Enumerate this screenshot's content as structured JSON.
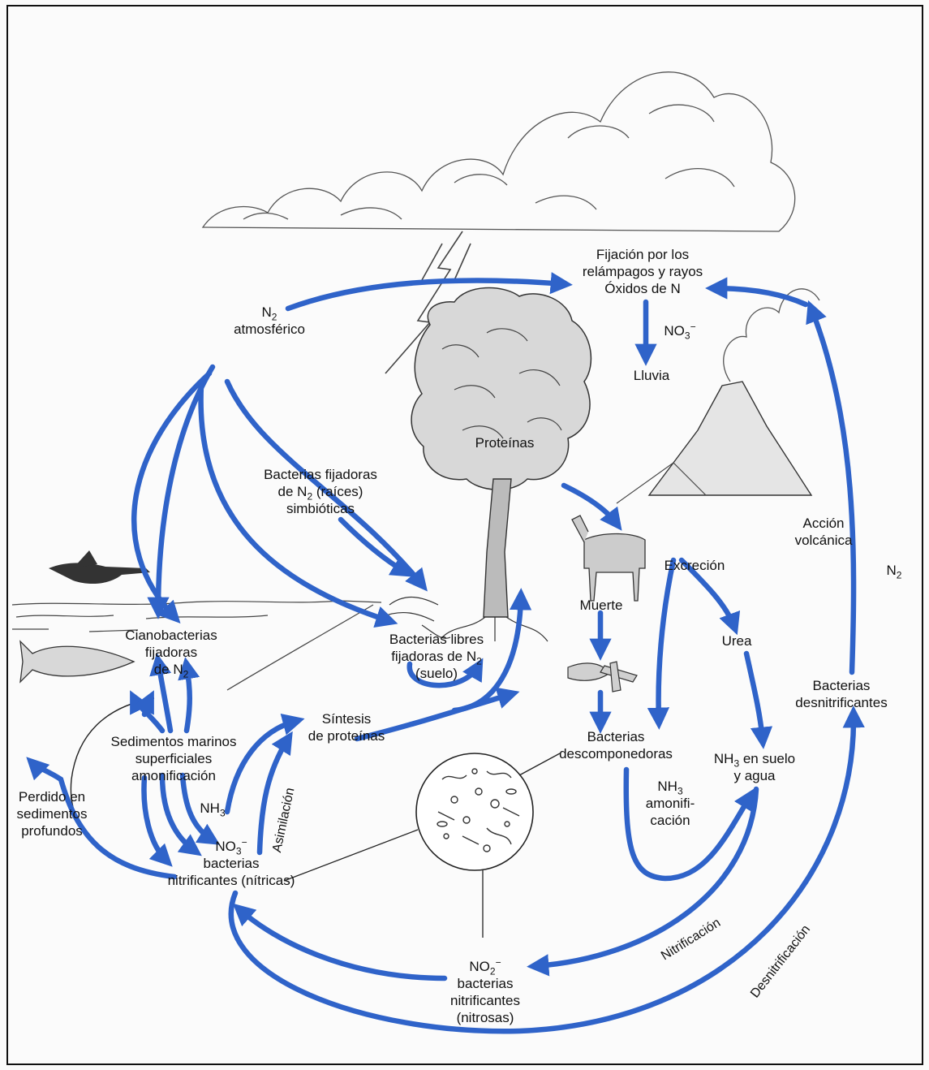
{
  "colors": {
    "arrow": "#2f63c9",
    "ink": "#1a1a1a",
    "background": "#fbfbfb"
  },
  "illustrations": [
    "cloud",
    "lightning",
    "tree",
    "deer",
    "volcano",
    "bird",
    "fish",
    "sea-waves",
    "bacteria-microscope-view",
    "bones"
  ],
  "labels": {
    "fijacion_1": "Fijación por los",
    "fijacion_2": "relámpagos y rayos",
    "fijacion_3": "Óxidos de N",
    "n2_atm_1": "N",
    "n2_atm_1_sub": "2",
    "n2_atm_2": "atmosférico",
    "no3_top": "NO",
    "no3_top_sub": "3",
    "no3_top_sup": "−",
    "lluvia": "Lluvia",
    "proteinas": "Proteínas",
    "bact_fij_1": "Bacterias fijadoras",
    "bact_fij_2a": "de N",
    "bact_fij_2_sub": "2",
    "bact_fij_2b": " (raíces)",
    "bact_fij_3": "simbióticas",
    "accion_1": "Acción",
    "accion_2": "volcánica",
    "excrecion": "Excreción",
    "n2_right": "N",
    "n2_right_sub": "2",
    "muerte": "Muerte",
    "urea": "Urea",
    "ciano_1": "Cianobacterias",
    "ciano_2": "fijadoras",
    "ciano_3a": "de N",
    "ciano_3_sub": "2",
    "libres_1": "Bacterias libres",
    "libres_2a": "fijadoras de N",
    "libres_2_sub": "2",
    "libres_3": "(suelo)",
    "desnit_1": "Bacterias",
    "desnit_2": "desnitrificantes",
    "sintesis_1": "Síntesis",
    "sintesis_2": "de proteínas",
    "sedimentos_1": "Sedimentos marinos",
    "sedimentos_2": "superficiales",
    "sedimentos_3": "amonificación",
    "descomp_1": "Bacterias",
    "descomp_2": "descomponedoras",
    "nh3_suelo_1a": "NH",
    "nh3_suelo_1_sub": "3",
    "nh3_suelo_1b": " en suelo",
    "nh3_suelo_2": "y agua",
    "perdido_1": "Perdido en",
    "perdido_2": "sedimentos",
    "perdido_3": "profundos",
    "nh3_left": "NH",
    "nh3_left_sub": "3",
    "asimilacion": "Asimilación",
    "nh3_amon_1": "NH",
    "nh3_amon_1_sub": "3",
    "nh3_amon_2": "amonifi-",
    "nh3_amon_3": "cación",
    "no3_nit_1": "NO",
    "no3_nit_1_sub": "3",
    "no3_nit_1_sup": "−",
    "no3_nit_2": "bacterias",
    "no3_nit_3": "nitrificantes (nítricas)",
    "nitrificacion": "Nitrificación",
    "desnitrificacion": "Desnitrificación",
    "no2_1": "NO",
    "no2_1_sub": "2",
    "no2_1_sup": "−",
    "no2_2": "bacterias",
    "no2_3": "nitrificantes",
    "no2_4": "(nitrosas)"
  }
}
